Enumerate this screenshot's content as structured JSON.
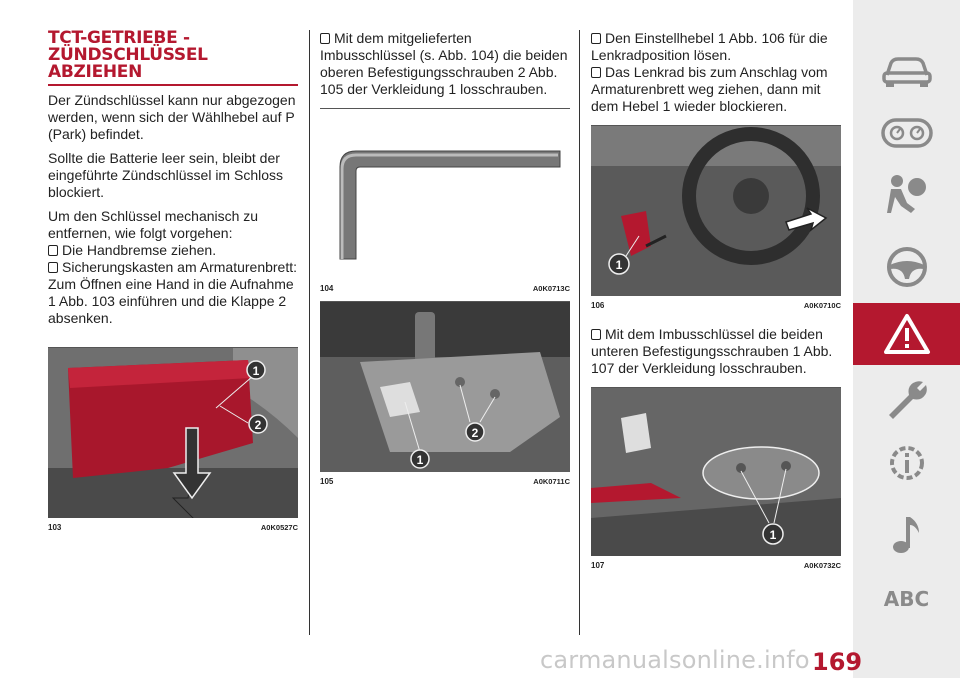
{
  "heading": {
    "line1": "TCT-GETRIEBE -",
    "line2": "ZÜNDSCHLÜSSEL ABZIEHEN"
  },
  "col1": {
    "paragraphs": [
      "Der Zündschlüssel kann nur abgezogen werden, wenn sich der Wählhebel auf P (Park) befindet.",
      "Sollte die Batterie leer sein, bleibt der eingeführte Zündschlüssel im Schloss blockiert.",
      "Um den Schlüssel mechanisch zu entfernen, wie folgt vorgehen:"
    ],
    "bullets": [
      "Die Handbremse ziehen.",
      "Sicherungskasten am Armaturenbrett: Zum Öffnen eine Hand in die Aufnahme 1 Abb. 103 einführen und die Klappe 2 absenken."
    ]
  },
  "col2": {
    "bullets": [
      "Mit dem mitgelieferten Imbusschlüssel (s. Abb. 104) die beiden oberen Befestigungsschrauben 2 Abb. 105 der Verkleidung 1 losschrauben."
    ]
  },
  "col3": {
    "bullets_top": [
      "Den Einstellhebel 1 Abb. 106 für die Lenkradposition lösen.",
      "Das Lenkrad bis zum Anschlag vom Armaturenbrett weg ziehen, dann mit dem Hebel 1 wieder blockieren."
    ],
    "bullets_mid": [
      "Mit dem Imbusschlüssel die beiden unteren Befestigungsschrauben 1 Abb. 107 der Verkleidung losschrauben."
    ]
  },
  "figures": {
    "f103": {
      "num": "103",
      "code": "A0K0527C",
      "callouts": [
        "1",
        "2"
      ]
    },
    "f104": {
      "num": "104",
      "code": "A0K0713C"
    },
    "f105": {
      "num": "105",
      "code": "A0K0711C",
      "callouts": [
        "1",
        "2"
      ]
    },
    "f106": {
      "num": "106",
      "code": "A0K0710C",
      "callouts": [
        "1"
      ]
    },
    "f107": {
      "num": "107",
      "code": "A0K0732C",
      "callouts": [
        "1"
      ]
    }
  },
  "sidebar": {
    "items": [
      {
        "icon": "car-icon"
      },
      {
        "icon": "dashboard-gauges-icon"
      },
      {
        "icon": "safety-airbag-icon"
      },
      {
        "icon": "steering-wheel-icon"
      },
      {
        "icon": "warning-triangle-icon",
        "active": true
      },
      {
        "icon": "wrench-icon"
      },
      {
        "icon": "info-gear-icon"
      },
      {
        "icon": "music-note-icon"
      },
      {
        "icon": "abc-index-icon",
        "label": "ABC"
      }
    ]
  },
  "page_number": "169",
  "watermark": "carmanualsonline.info",
  "colors": {
    "accent": "#b4182f",
    "sidebar_bg": "#ececec",
    "icon": "#8a8a8a"
  }
}
